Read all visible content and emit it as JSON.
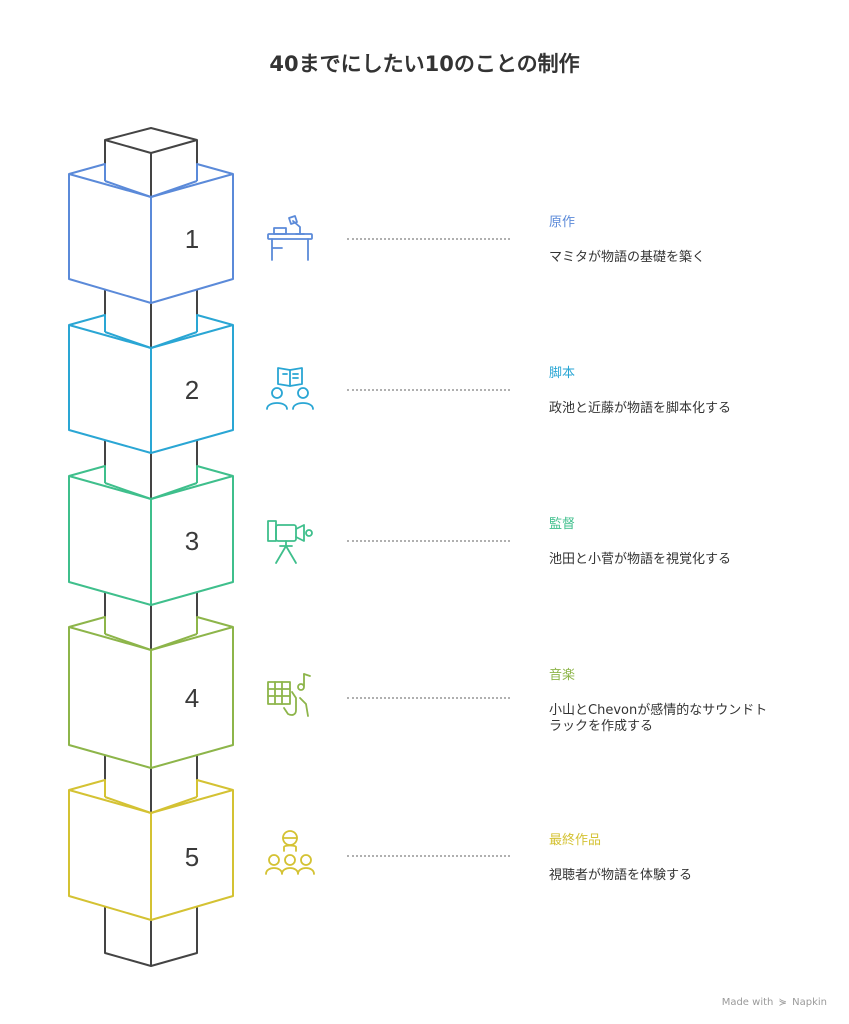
{
  "title": "40までにしたい10のことの制作",
  "steps": [
    {
      "number": "1",
      "title": "原作",
      "description": "マミタが物語の基礎を築く",
      "color": "#5b8ad9",
      "icon": "desk-lamp-icon"
    },
    {
      "number": "2",
      "title": "脚本",
      "description": "政池と近藤が物語を脚本化する",
      "color": "#2aa6d4",
      "icon": "script-writers-icon"
    },
    {
      "number": "3",
      "title": "監督",
      "description": "池田と小菅が物語を視覚化する",
      "color": "#3fbf8c",
      "icon": "film-camera-icon"
    },
    {
      "number": "4",
      "title": "音楽",
      "description": "小山とChevonが感情的なサウンドトラックを作成する",
      "color": "#8db54a",
      "icon": "music-composition-icon"
    },
    {
      "number": "5",
      "title": "最終作品",
      "description": "視聴者が物語を体験する",
      "color": "#d4c233",
      "icon": "audience-icon"
    }
  ],
  "colors": {
    "core": "#444444",
    "connector": "#b0b0b0"
  },
  "footer": {
    "made_with": "Made with",
    "brand": "Napkin"
  }
}
